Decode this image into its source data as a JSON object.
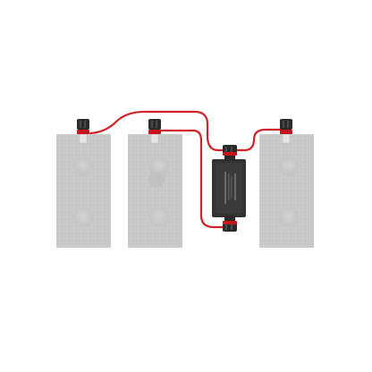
{
  "colors": {
    "background": "#ffffff",
    "panel": "#c9c9c9",
    "cable": "#d1232a",
    "connector_body": "#2a2a2a",
    "connector_ring": "#c4161c",
    "junction_box": "#333333"
  },
  "icons": {
    "panel": "solar-panel-icon",
    "connector": "cable-gland-connector-icon",
    "junction": "junction-box-icon"
  },
  "diagram": {
    "panels": [
      "panel-1",
      "panel-2",
      "panel-3"
    ],
    "junction_box": "junction-box"
  }
}
